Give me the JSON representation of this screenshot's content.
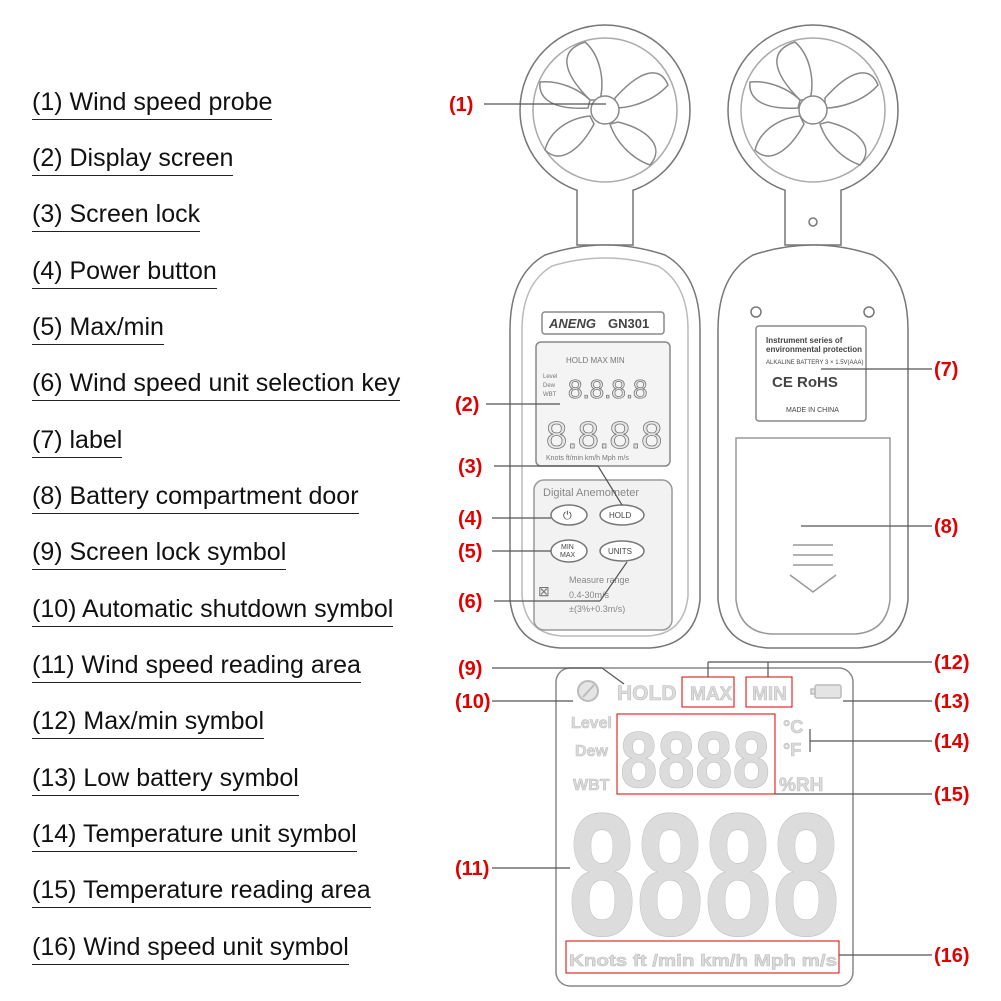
{
  "legend": [
    "(1) Wind speed probe",
    "(2) Display screen",
    "(3) Screen lock",
    "(4) Power button",
    "(5) Max/min",
    "(6) Wind speed unit selection key",
    "(7) label",
    "(8) Battery compartment door",
    "(9) Screen lock symbol",
    "(10) Automatic shutdown symbol",
    "(11) Wind speed reading area",
    "(12) Max/min symbol",
    "(13) Low battery symbol",
    "(14) Temperature unit symbol",
    "(15) Temperature reading area",
    "(16) Wind speed unit symbol"
  ],
  "callouts": [
    "(1)",
    "(2)",
    "(3)",
    "(4)",
    "(5)",
    "(6)",
    "(7)",
    "(8)",
    "(9)",
    "(10)",
    "(11)",
    "(12)",
    "(13)",
    "(14)",
    "(15)",
    "(16)"
  ],
  "device": {
    "brand": "ANENG",
    "model": "GN301",
    "name": "Digital Anemometer",
    "hold": "HOLD",
    "minmax_top": "MIN",
    "minmax_bottom": "MAX",
    "units": "UNITS",
    "range_title": "Measure range",
    "range_1": "0.4-30m/s",
    "range_2": "±(3%+0.3m/s)",
    "lcd_units": "Knots ft/min km/h Mph m/s",
    "lcd_top": "HOLD MAX MIN",
    "lcd_side": [
      "Level",
      "Dew",
      "WBT"
    ]
  },
  "back_label": {
    "line1": "Instrument series of",
    "line2": "environmental protection",
    "line3": "ALKALINE BATTERY 3 × 1.5V(AAA)",
    "marks": "CE RoHS",
    "origin": "MADE IN CHINA"
  },
  "lcd": {
    "hold": "HOLD",
    "max": "MAX",
    "min": "MIN",
    "level": "Level",
    "dew": "Dew",
    "wbt": "WBT",
    "celsius": "°C",
    "fahrenheit": "°F",
    "rh": "%RH",
    "units": "Knots ft /min km/h Mph m/s"
  }
}
